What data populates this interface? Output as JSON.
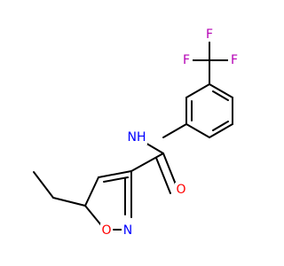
{
  "molecule": {
    "atoms": {
      "F_top": "F",
      "F_left": "F",
      "F_right": "F",
      "NH": "NH",
      "O_carbonyl": "O",
      "O_ring": "O",
      "N_ring": "N"
    },
    "colors": {
      "bond": "#000000",
      "F": "#b400b4",
      "N": "#0000ff",
      "O": "#ff0000"
    }
  }
}
